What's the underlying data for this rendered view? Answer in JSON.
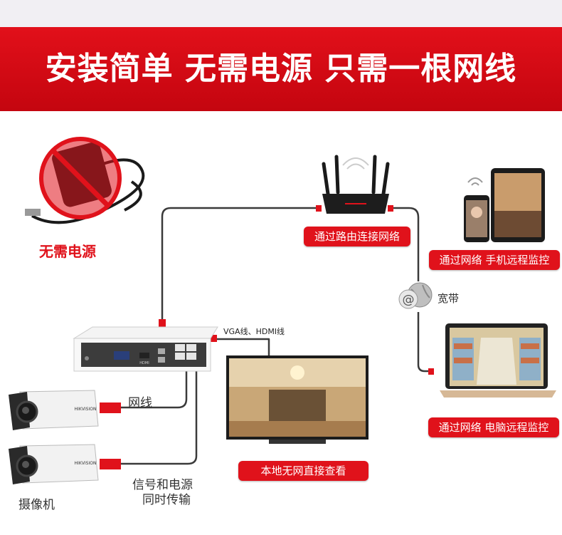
{
  "banner": {
    "title": "安装简单 无需电源 只需一根网线"
  },
  "adapter": {
    "label": "无需电源"
  },
  "router": {
    "label": "通过路由连接网络"
  },
  "mobile": {
    "label": "通过网络 手机远程监控"
  },
  "internet": {
    "label": "宽带",
    "icon": "at-globe-icon"
  },
  "laptop": {
    "label": "通过网络 电脑远程监控"
  },
  "nvr": {
    "vga_label": "VGA线、HDMI线",
    "port_labels": {
      "hdmi": "HDMI"
    }
  },
  "tv": {
    "label": "本地无网直接查看"
  },
  "cameras": {
    "label": "摄像机",
    "brand": "HIKVISION"
  },
  "cables": {
    "network_label": "网线",
    "poe_label_line1": "信号和电源",
    "poe_label_line2": "同时传输"
  },
  "colors": {
    "accent": "#e0121b",
    "wire": "#3a3a3a"
  }
}
